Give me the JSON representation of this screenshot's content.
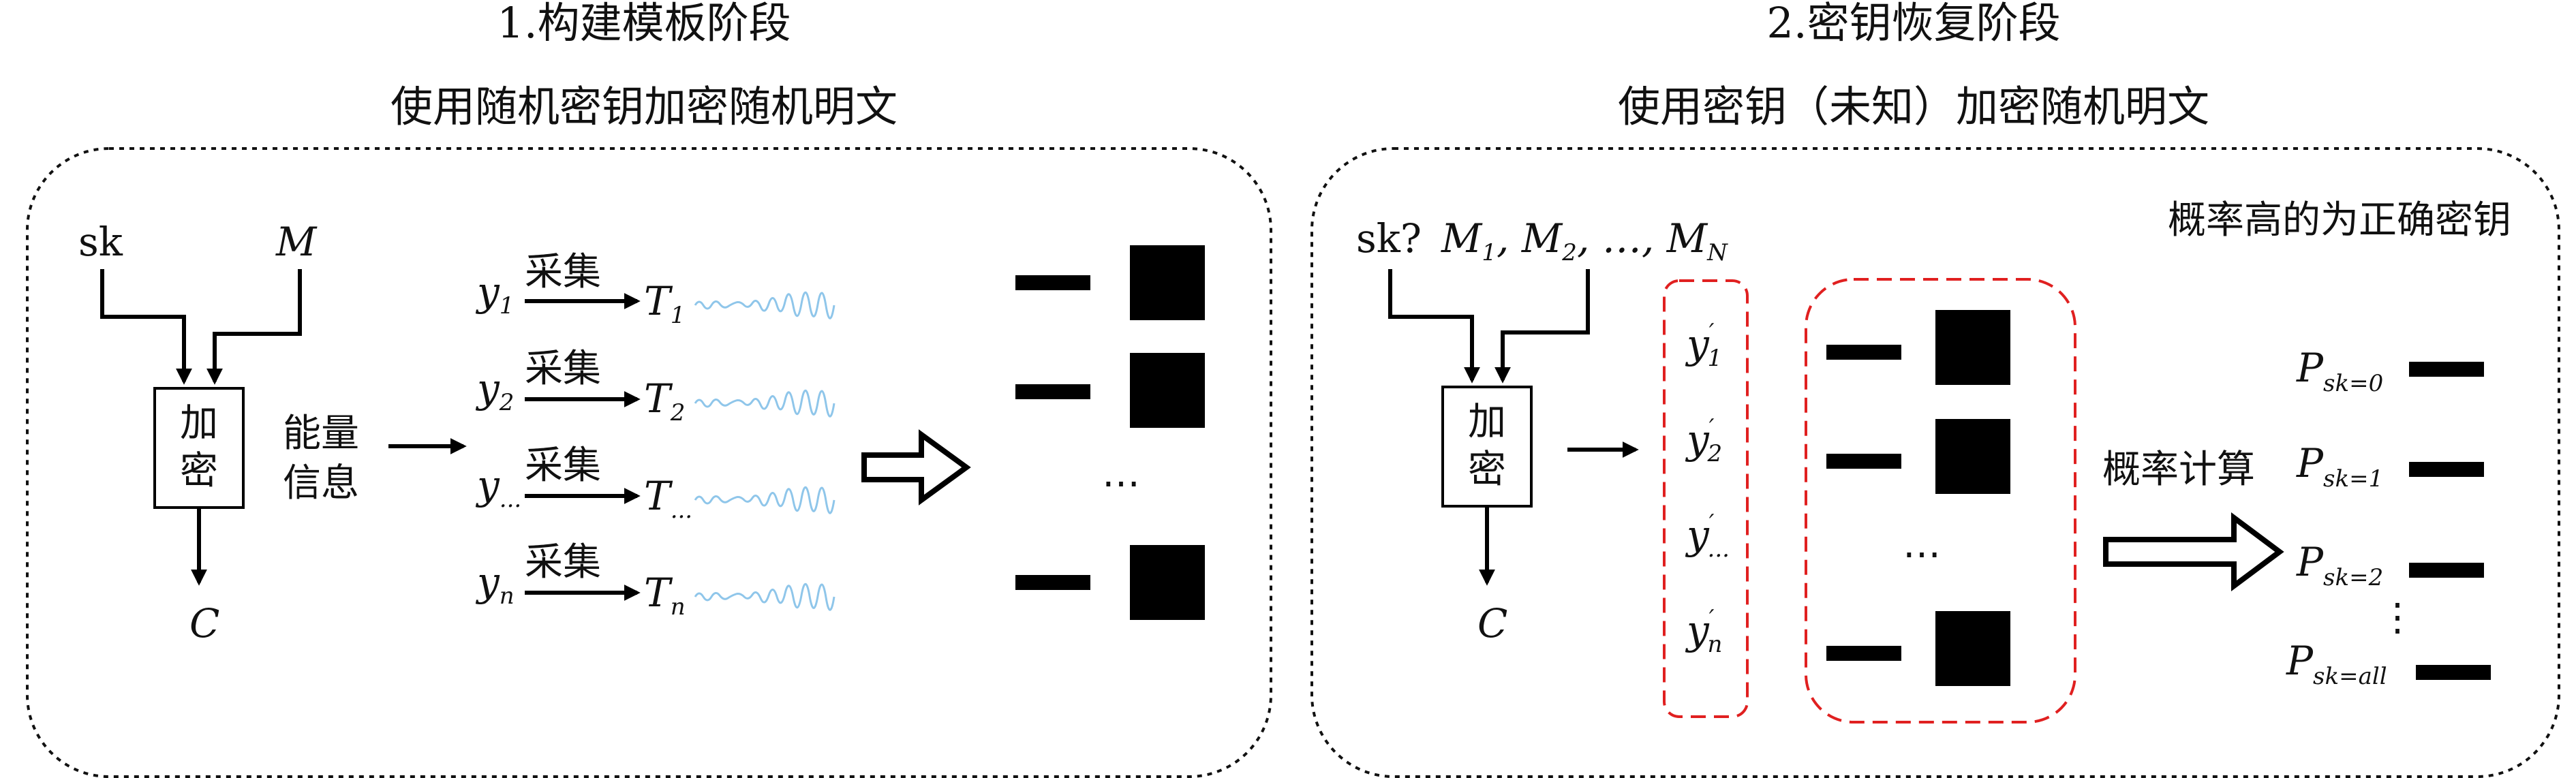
{
  "phase1": {
    "title": "1.构建模板阶段",
    "subtitle": "使用随机密钥加密随机明文",
    "input_sk": "sk",
    "input_m": "M",
    "encrypt_line1": "加",
    "encrypt_line2": "密",
    "output_c": "C",
    "energy_line1": "能量",
    "energy_line2": "信息",
    "collect": "采集",
    "rows": [
      {
        "y": "y",
        "y_sub": "1",
        "t": "T",
        "t_sub": "1"
      },
      {
        "y": "y",
        "y_sub": "2",
        "t": "T",
        "t_sub": "2"
      },
      {
        "y": "y",
        "y_sub": "...",
        "t": "T",
        "t_sub": "..."
      },
      {
        "y": "y",
        "y_sub": "n",
        "t": "T",
        "t_sub": "n"
      }
    ],
    "ellipsis": "⋯"
  },
  "phase2": {
    "title": "2.密钥恢复阶段",
    "subtitle": "使用密钥（未知）加密随机明文",
    "input_sk": "sk?",
    "input_m": "M",
    "m_subs": [
      "1",
      "2",
      "N"
    ],
    "m_dots": "…,",
    "encrypt_line1": "加",
    "encrypt_line2": "密",
    "output_c": "C",
    "highest_prob": "概率高的为正确密钥",
    "prob_calc": "概率计算",
    "yprime": [
      {
        "y": "y",
        "sub": "1"
      },
      {
        "y": "y",
        "sub": "2"
      },
      {
        "y": "y",
        "sub": "..."
      },
      {
        "y": "y",
        "sub": "n"
      }
    ],
    "ellipsis": "⋯",
    "probs": [
      {
        "p": "P",
        "sub": "sk=0"
      },
      {
        "p": "P",
        "sub": "sk=1"
      },
      {
        "p": "P",
        "sub": "sk=2"
      },
      {
        "p": "P",
        "sub": "sk=all"
      }
    ],
    "prob_dots": "⋮"
  }
}
